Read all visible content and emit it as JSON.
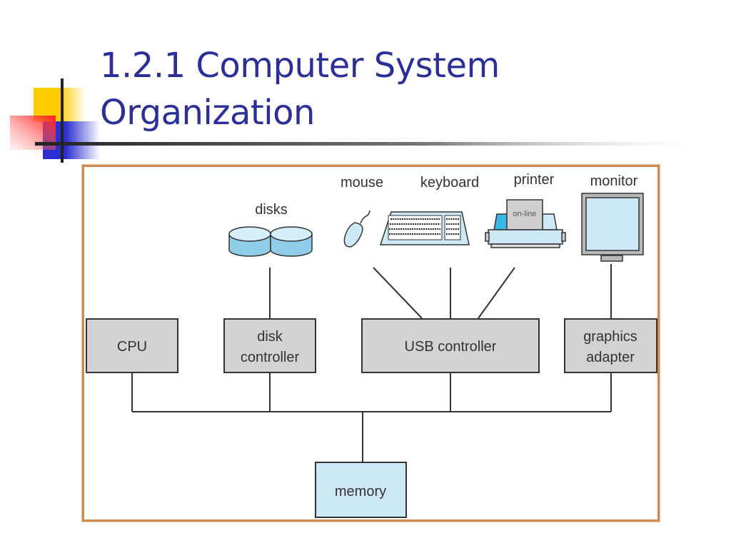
{
  "slide": {
    "title_line1": "1.2.1 Computer System",
    "title_line2": "Organization"
  },
  "diagram": {
    "devices": {
      "disks": "disks",
      "mouse": "mouse",
      "keyboard": "keyboard",
      "printer": "printer",
      "printer_screen": "on-line",
      "monitor": "monitor"
    },
    "components": {
      "cpu": "CPU",
      "disk_controller_1": "disk",
      "disk_controller_2": "controller",
      "usb_controller": "USB controller",
      "graphics_adapter_1": "graphics",
      "graphics_adapter_2": "adapter",
      "memory": "memory"
    },
    "colors": {
      "title": "#2b2f96",
      "box_gray": "#d3d3d3",
      "device_blue": "#cde9f7",
      "frame": "#d08a55"
    }
  }
}
